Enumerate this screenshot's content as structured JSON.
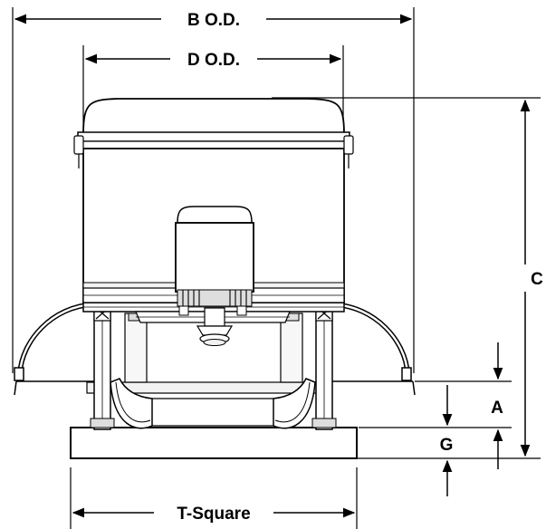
{
  "labels": {
    "b_od": "B O.D.",
    "d_od": "D O.D.",
    "c": "C",
    "a": "A",
    "g": "G",
    "t_square": "T-Square"
  },
  "colors": {
    "line": "#000000",
    "shade": "#dedede",
    "light": "#f2f2f2",
    "background": "#ffffff"
  }
}
